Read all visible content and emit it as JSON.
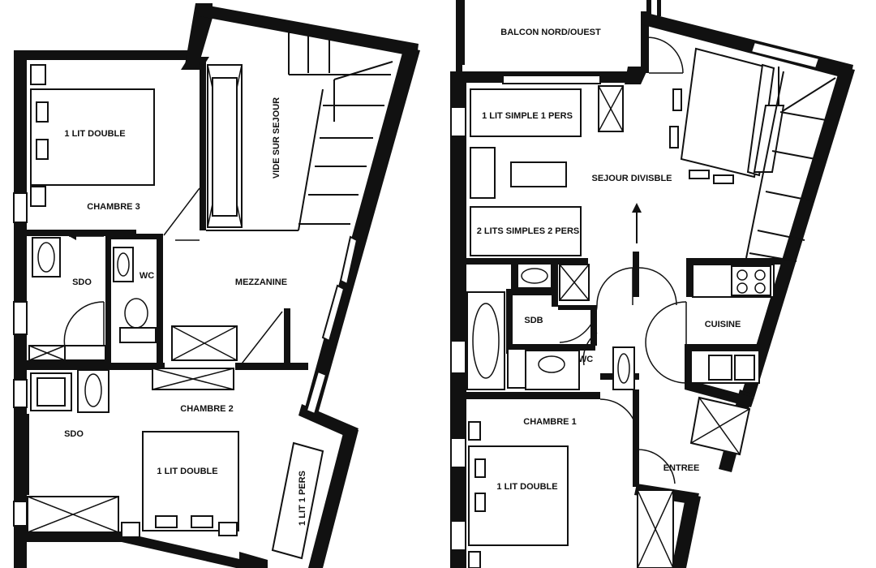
{
  "colors": {
    "ink": "#111111",
    "paper": "#ffffff"
  },
  "upper_floor": {
    "chambre_3": "CHAMBRE 3",
    "lit_double_3": "1 LIT DOUBLE",
    "vide_sur_sejour": "VIDE SUR SEJOUR",
    "sdo_haut": "SDO",
    "wc_haut": "WC",
    "mezzanine": "MEZZANINE",
    "chambre_2": "CHAMBRE 2",
    "sdo_bas": "SDO",
    "lit_double_2": "1 LIT DOUBLE",
    "lit_1_pers": "1 LIT 1 PERS"
  },
  "lower_floor": {
    "balcon": "BALCON NORD/OUEST",
    "lit_simple_1": "1 LIT SIMPLE 1 PERS",
    "sejour": "SEJOUR DIVISBLE",
    "lits_simples_2": "2 LITS SIMPLES 2 PERS",
    "sdb": "SDB",
    "wc_bas": "WC",
    "cuisine": "CUISINE",
    "chambre_1": "CHAMBRE 1",
    "lit_double_1": "1 LIT DOUBLE",
    "entree": "ENTREE"
  }
}
